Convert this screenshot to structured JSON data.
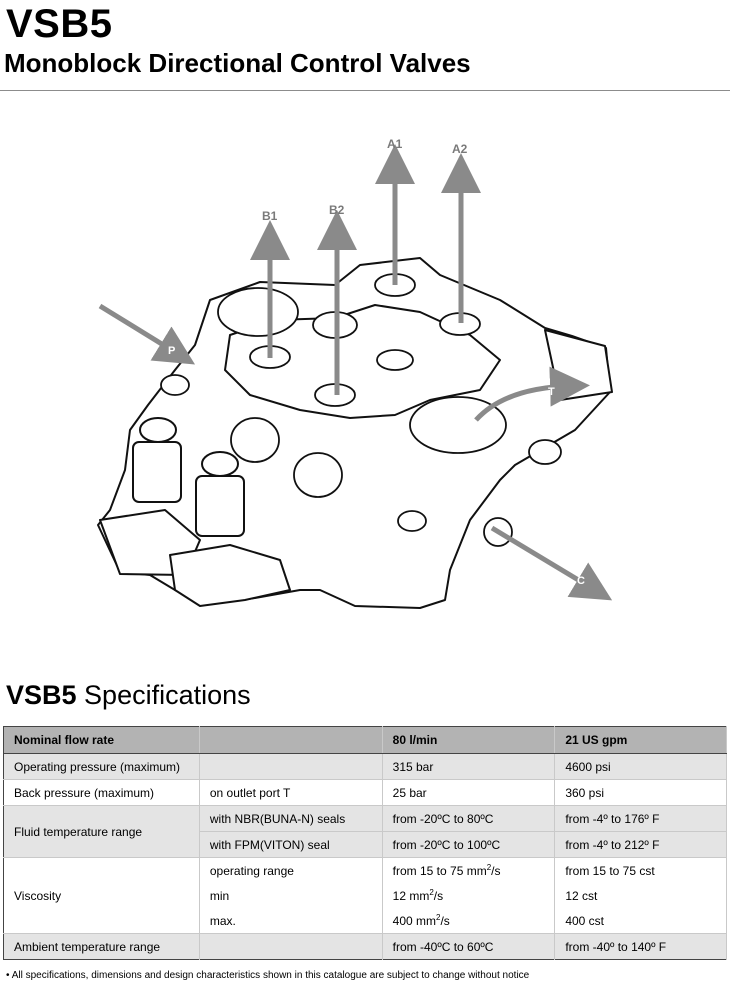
{
  "header": {
    "title": "VSB5",
    "subtitle": "Monoblock Directional Control Valves"
  },
  "diagram": {
    "port_labels": {
      "a1": "A1",
      "a2": "A2",
      "b1": "B1",
      "b2": "B2",
      "p": "P",
      "t": "T",
      "c": "C"
    }
  },
  "specs": {
    "heading_bold": "VSB5",
    "heading_rest": " Specifications",
    "header_row": {
      "label": "Nominal flow rate",
      "condition": "",
      "metric": "80 l/min",
      "imperial": "21 US gpm"
    },
    "rows": {
      "operating": {
        "label": "Operating pressure (maximum)",
        "metric": "315 bar",
        "imperial": "4600 psi"
      },
      "back": {
        "label": "Back pressure (maximum)",
        "condition": "on outlet port T",
        "metric": "25 bar",
        "imperial": "360 psi"
      },
      "fluid": {
        "label": "Fluid temperature range",
        "nbr_condition": "with NBR(BUNA-N) seals",
        "nbr_metric": "from -20ºC to 80ºC",
        "nbr_imperial": "from -4º to 176º F",
        "fpm_condition": "with FPM(VITON) seal",
        "fpm_metric": "from -20ºC to 100ºC",
        "fpm_imperial": "from -4º to 212º F"
      },
      "viscosity": {
        "label": "Viscosity",
        "op_condition": "operating range",
        "op_metric": "from 15 to 75 mm",
        "op_metric_unit": "/s",
        "op_imperial": "from 15 to 75 cst",
        "min_condition": "min",
        "min_metric": "12 mm",
        "min_metric_unit": "/s",
        "min_imperial": "12 cst",
        "max_condition": "max.",
        "max_metric": "400 mm",
        "max_metric_unit": "/s",
        "max_imperial": "400 cst",
        "exponent": "2"
      },
      "ambient": {
        "label": "Ambient temperature range",
        "metric": "from -40ºC to 60ºC",
        "imperial": "from -40º to 140º F"
      }
    }
  },
  "footnote": "• All specifications, dimensions and design characteristics shown in this catalogue are subject to change without notice"
}
